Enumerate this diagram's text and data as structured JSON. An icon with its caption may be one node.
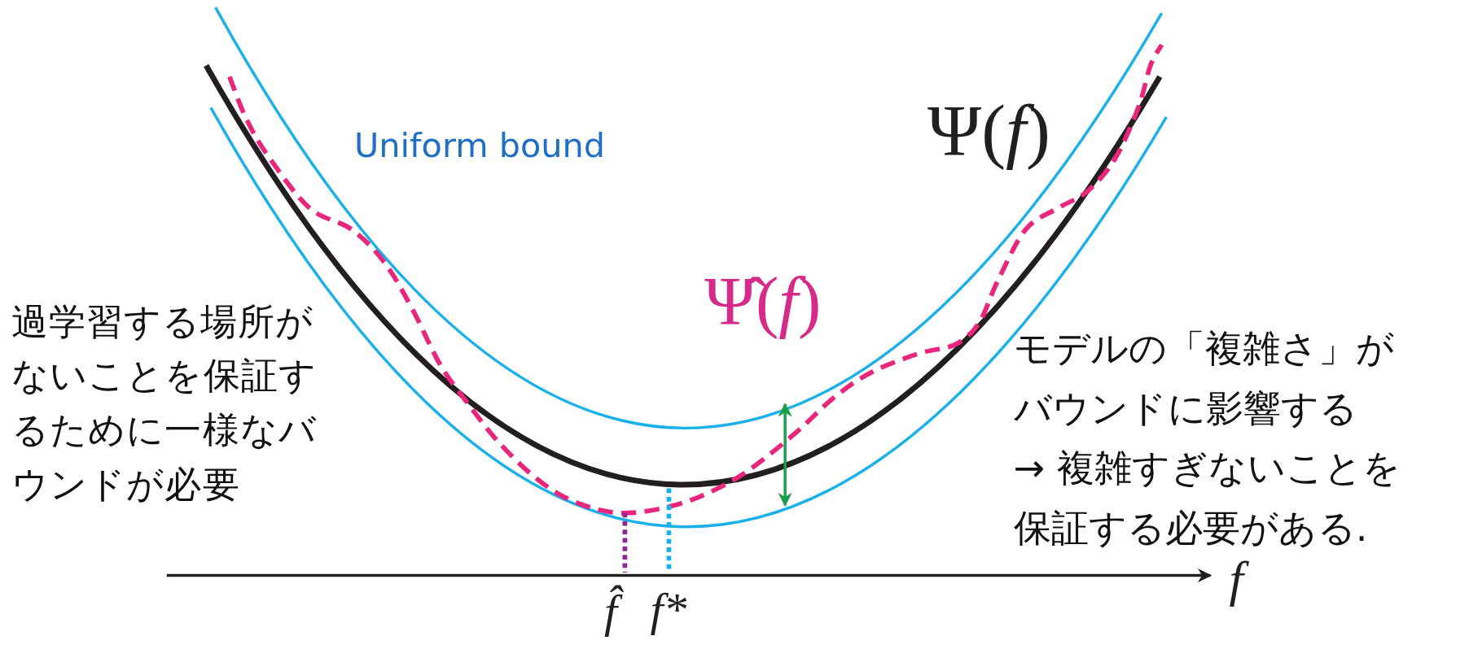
{
  "diagram": {
    "labels": [
      "Ψ(*f*)",
      "Uniform bound",
      "過学習する場所がないことを保証するために一様なバウンドが必要",
      "Ψ̂(*f*)",
      "モデルの「複雑さ」がバウンドに影響する",
      "→ 複雑すぎないことを保証する必要がある.",
      "f",
      "f̂",
      "f*"
    ]
  }
}
